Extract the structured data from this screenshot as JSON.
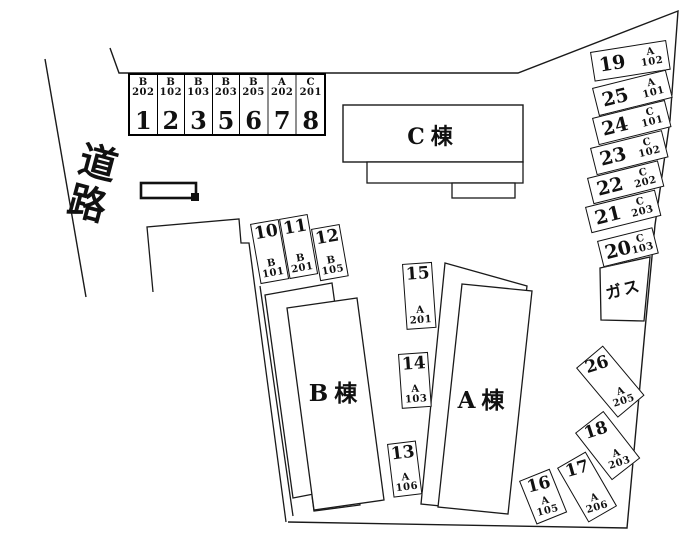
{
  "map": {
    "title": "parking-site-plan",
    "road_label": "道路",
    "gas_label": "ガス",
    "buildings": {
      "a": "A棟",
      "b": "B棟",
      "c": "C棟"
    },
    "line_color": "#1a1a1a",
    "top_row": [
      {
        "no": "1",
        "u1": "B",
        "u2": "202"
      },
      {
        "no": "2",
        "u1": "B",
        "u2": "102"
      },
      {
        "no": "3",
        "u1": "B",
        "u2": "103"
      },
      {
        "no": "5",
        "u1": "B",
        "u2": "203"
      },
      {
        "no": "6",
        "u1": "B",
        "u2": "205"
      },
      {
        "no": "7",
        "u1": "A",
        "u2": "202"
      },
      {
        "no": "8",
        "u1": "C",
        "u2": "201"
      }
    ],
    "mid_row": [
      {
        "no": "10",
        "u1": "B",
        "u2": "101"
      },
      {
        "no": "11",
        "u1": "B",
        "u2": "201"
      },
      {
        "no": "12",
        "u1": "B",
        "u2": "105"
      }
    ],
    "west_col": [
      {
        "no": "15",
        "u1": "A",
        "u2": "201"
      },
      {
        "no": "14",
        "u1": "A",
        "u2": "103"
      },
      {
        "no": "13",
        "u1": "A",
        "u2": "106"
      }
    ],
    "east_col": [
      {
        "no": "19",
        "u1": "A",
        "u2": "102"
      },
      {
        "no": "25",
        "u1": "A",
        "u2": "101"
      },
      {
        "no": "24",
        "u1": "C",
        "u2": "101"
      },
      {
        "no": "23",
        "u1": "C",
        "u2": "102"
      },
      {
        "no": "22",
        "u1": "C",
        "u2": "202"
      },
      {
        "no": "21",
        "u1": "C",
        "u2": "203"
      },
      {
        "no": "20",
        "u1": "C",
        "u2": "103"
      }
    ],
    "south_diag": [
      {
        "no": "26",
        "u1": "A",
        "u2": "205"
      },
      {
        "no": "18",
        "u1": "A",
        "u2": "203"
      },
      {
        "no": "17",
        "u1": "A",
        "u2": "206"
      },
      {
        "no": "16",
        "u1": "A",
        "u2": "105"
      }
    ]
  }
}
